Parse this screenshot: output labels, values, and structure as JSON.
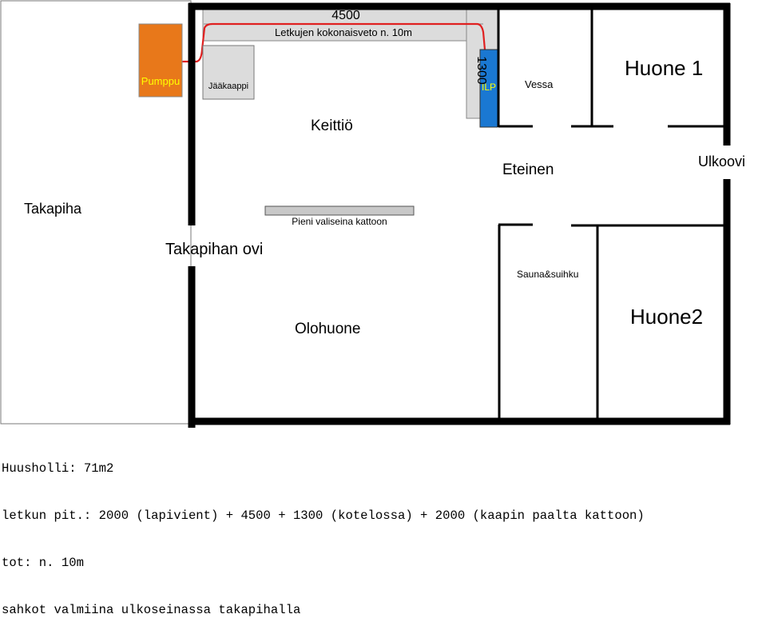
{
  "rooms": {
    "takapiha": "Takapiha",
    "keittio": "Keittiö",
    "olohuone": "Olohuone",
    "vessa": "Vessa",
    "huone1": "Huone 1",
    "eteinen": "Eteinen",
    "ulkoovi": "Ulkoovi",
    "sauna": "Sauna&suihku",
    "huone2": "Huone2",
    "takapihan_ovi": "Takapihan ovi"
  },
  "objects": {
    "pumppu": "Pumppu",
    "jaakaappi": "Jääkaappi",
    "ilp": "ILP",
    "valiseina": "Pieni valiseina kattoon"
  },
  "measurements": {
    "horizontal": "4500",
    "vertical": "1300",
    "total_route": "Letkujen kokonaisveto n. 10m"
  },
  "notes": [
    "Huusholli: 71m2",
    "letkun pit.: 2000 (lapivient) + 4500 + 1300 (kotelossa) + 2000 (kaapin paalta kattoon)",
    "tot: n. 10m",
    "sahkot valmiina ulkoseinassa takapihalla"
  ],
  "colors": {
    "wall": "#000000",
    "pump": "#e8781a",
    "pump_text": "#ffff00",
    "ilp": "#1a78d2",
    "ilp_text": "#ffff00",
    "duct": "#dcdcdc",
    "fridge": "#dcdcdc",
    "hose": "#e02020"
  }
}
